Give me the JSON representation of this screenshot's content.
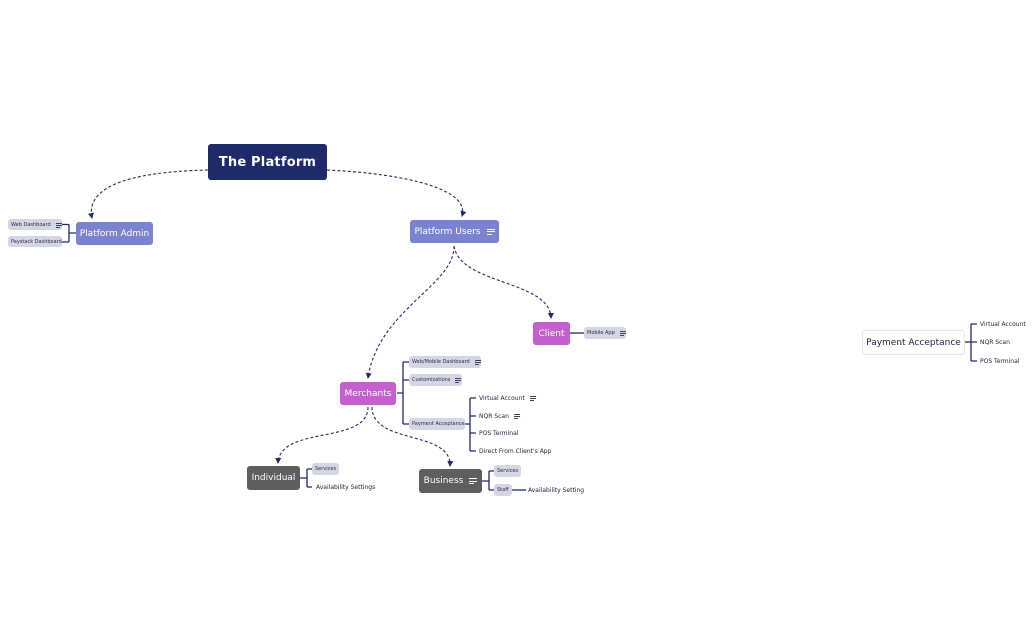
{
  "colors": {
    "root": "#1f2a6b",
    "main": "#7b83d1",
    "pink": "#c55fce",
    "gray": "#5e5e5e",
    "chip": "#d4d6e4",
    "line": "#1f2a6b"
  },
  "icons": {
    "note": "notes-icon"
  },
  "mindmap": {
    "root": "The Platform",
    "platform_admin": {
      "label": "Platform Admin",
      "web_dashboard": "Web Dashboard",
      "paystack_dashboard": "Paystack Dashboard"
    },
    "platform_users": {
      "label": "Platform Users",
      "client": {
        "label": "Client",
        "mobile_app": "Mobile App"
      },
      "merchants": {
        "label": "Merchants",
        "web_mobile_dashboard": "Web/Mobile Dashboard",
        "customizations": "Customizations",
        "payment_acceptance": {
          "label": "Payment Acceptance",
          "virtual_account": "Virtual Account",
          "nqr_scan": "NQR Scan",
          "pos_terminal": "POS Terminal",
          "direct_from_client_app": "Direct From Client's App"
        },
        "individual": {
          "label": "Individual",
          "services": "Services",
          "availability_settings": "Availability Settings"
        },
        "business": {
          "label": "Business",
          "services": "Services",
          "staff": "Staff",
          "availability_setting": "Availability Setting"
        }
      }
    },
    "floating_topic": {
      "label": "Payment Acceptance",
      "virtual_account": "Virtual Account",
      "nqr_scan": "NQR Scan",
      "pos_terminal": "POS Terminal"
    }
  }
}
